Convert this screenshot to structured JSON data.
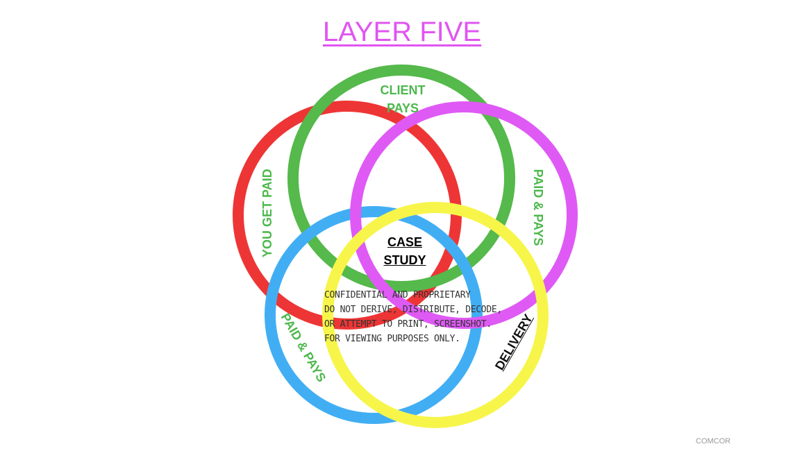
{
  "title": "LAYER FIVE",
  "circles": [
    {
      "name": "red",
      "color": "#ee3535"
    },
    {
      "name": "green",
      "color": "#55b94b"
    },
    {
      "name": "blue",
      "color": "#41aef4"
    },
    {
      "name": "magenta",
      "color": "#df5af5"
    },
    {
      "name": "yellow",
      "color": "#f7f54a"
    }
  ],
  "labels": {
    "client_pays_1": "CLIENT",
    "client_pays_2": "PAYS",
    "you_get_paid": "YOU GET PAID",
    "paid_pays_right": "PAID & PAYS",
    "paid_pays_left": "PAID & PAYS",
    "delivery": "DELIVERY",
    "case_1": "CASE",
    "case_2": "STUDY"
  },
  "confidential": [
    "CONFIDENTIAL AND PROPRIETARY",
    "DO NOT DERIVE, DISTRIBUTE, DECODE,",
    "OR ATTEMPT TO PRINT, SCREENSHOT.",
    "FOR VIEWING PURPOSES ONLY."
  ],
  "footer": "COMCOR"
}
